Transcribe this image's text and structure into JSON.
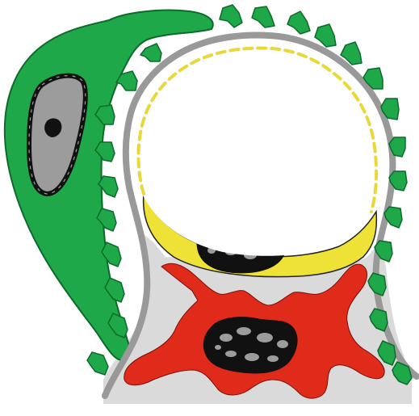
{
  "diagram": {
    "colors": {
      "background": "#ffffff",
      "tissue": "#dadada",
      "membrane": "#999999",
      "green_cell": "#1fa84a",
      "green_outline": "#0d6b2a",
      "yellow_cell": "#efe236",
      "red_cell": "#e02a1a",
      "nucleus_fill": "#9c9c9c",
      "nucleus_border": "#111111",
      "dash_line": "#e8d83a"
    },
    "regions": [
      "green-cell",
      "yellow-cell",
      "red-cell",
      "capillary-lumen",
      "basement-membrane",
      "pedicels"
    ]
  }
}
